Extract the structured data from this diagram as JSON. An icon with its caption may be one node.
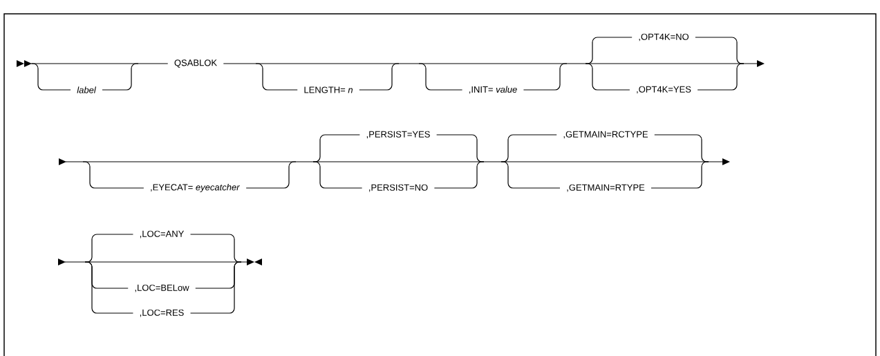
{
  "diagram": {
    "labels": [
      "label",
      "QSABLOK",
      "LENGTH= *n*",
      ",INIT= *value*",
      ",OPT4K=NO",
      ",OPT4K=YES",
      ",EYECAT= *eyecatcher*",
      ",PERSIST=YES",
      ",PERSIST=NO",
      ",GETMAIN=RCTYPE",
      ",GETMAIN=RTYPE",
      ",LOC=ANY",
      ",LOC=BELow",
      ",LOC=RES"
    ]
  }
}
